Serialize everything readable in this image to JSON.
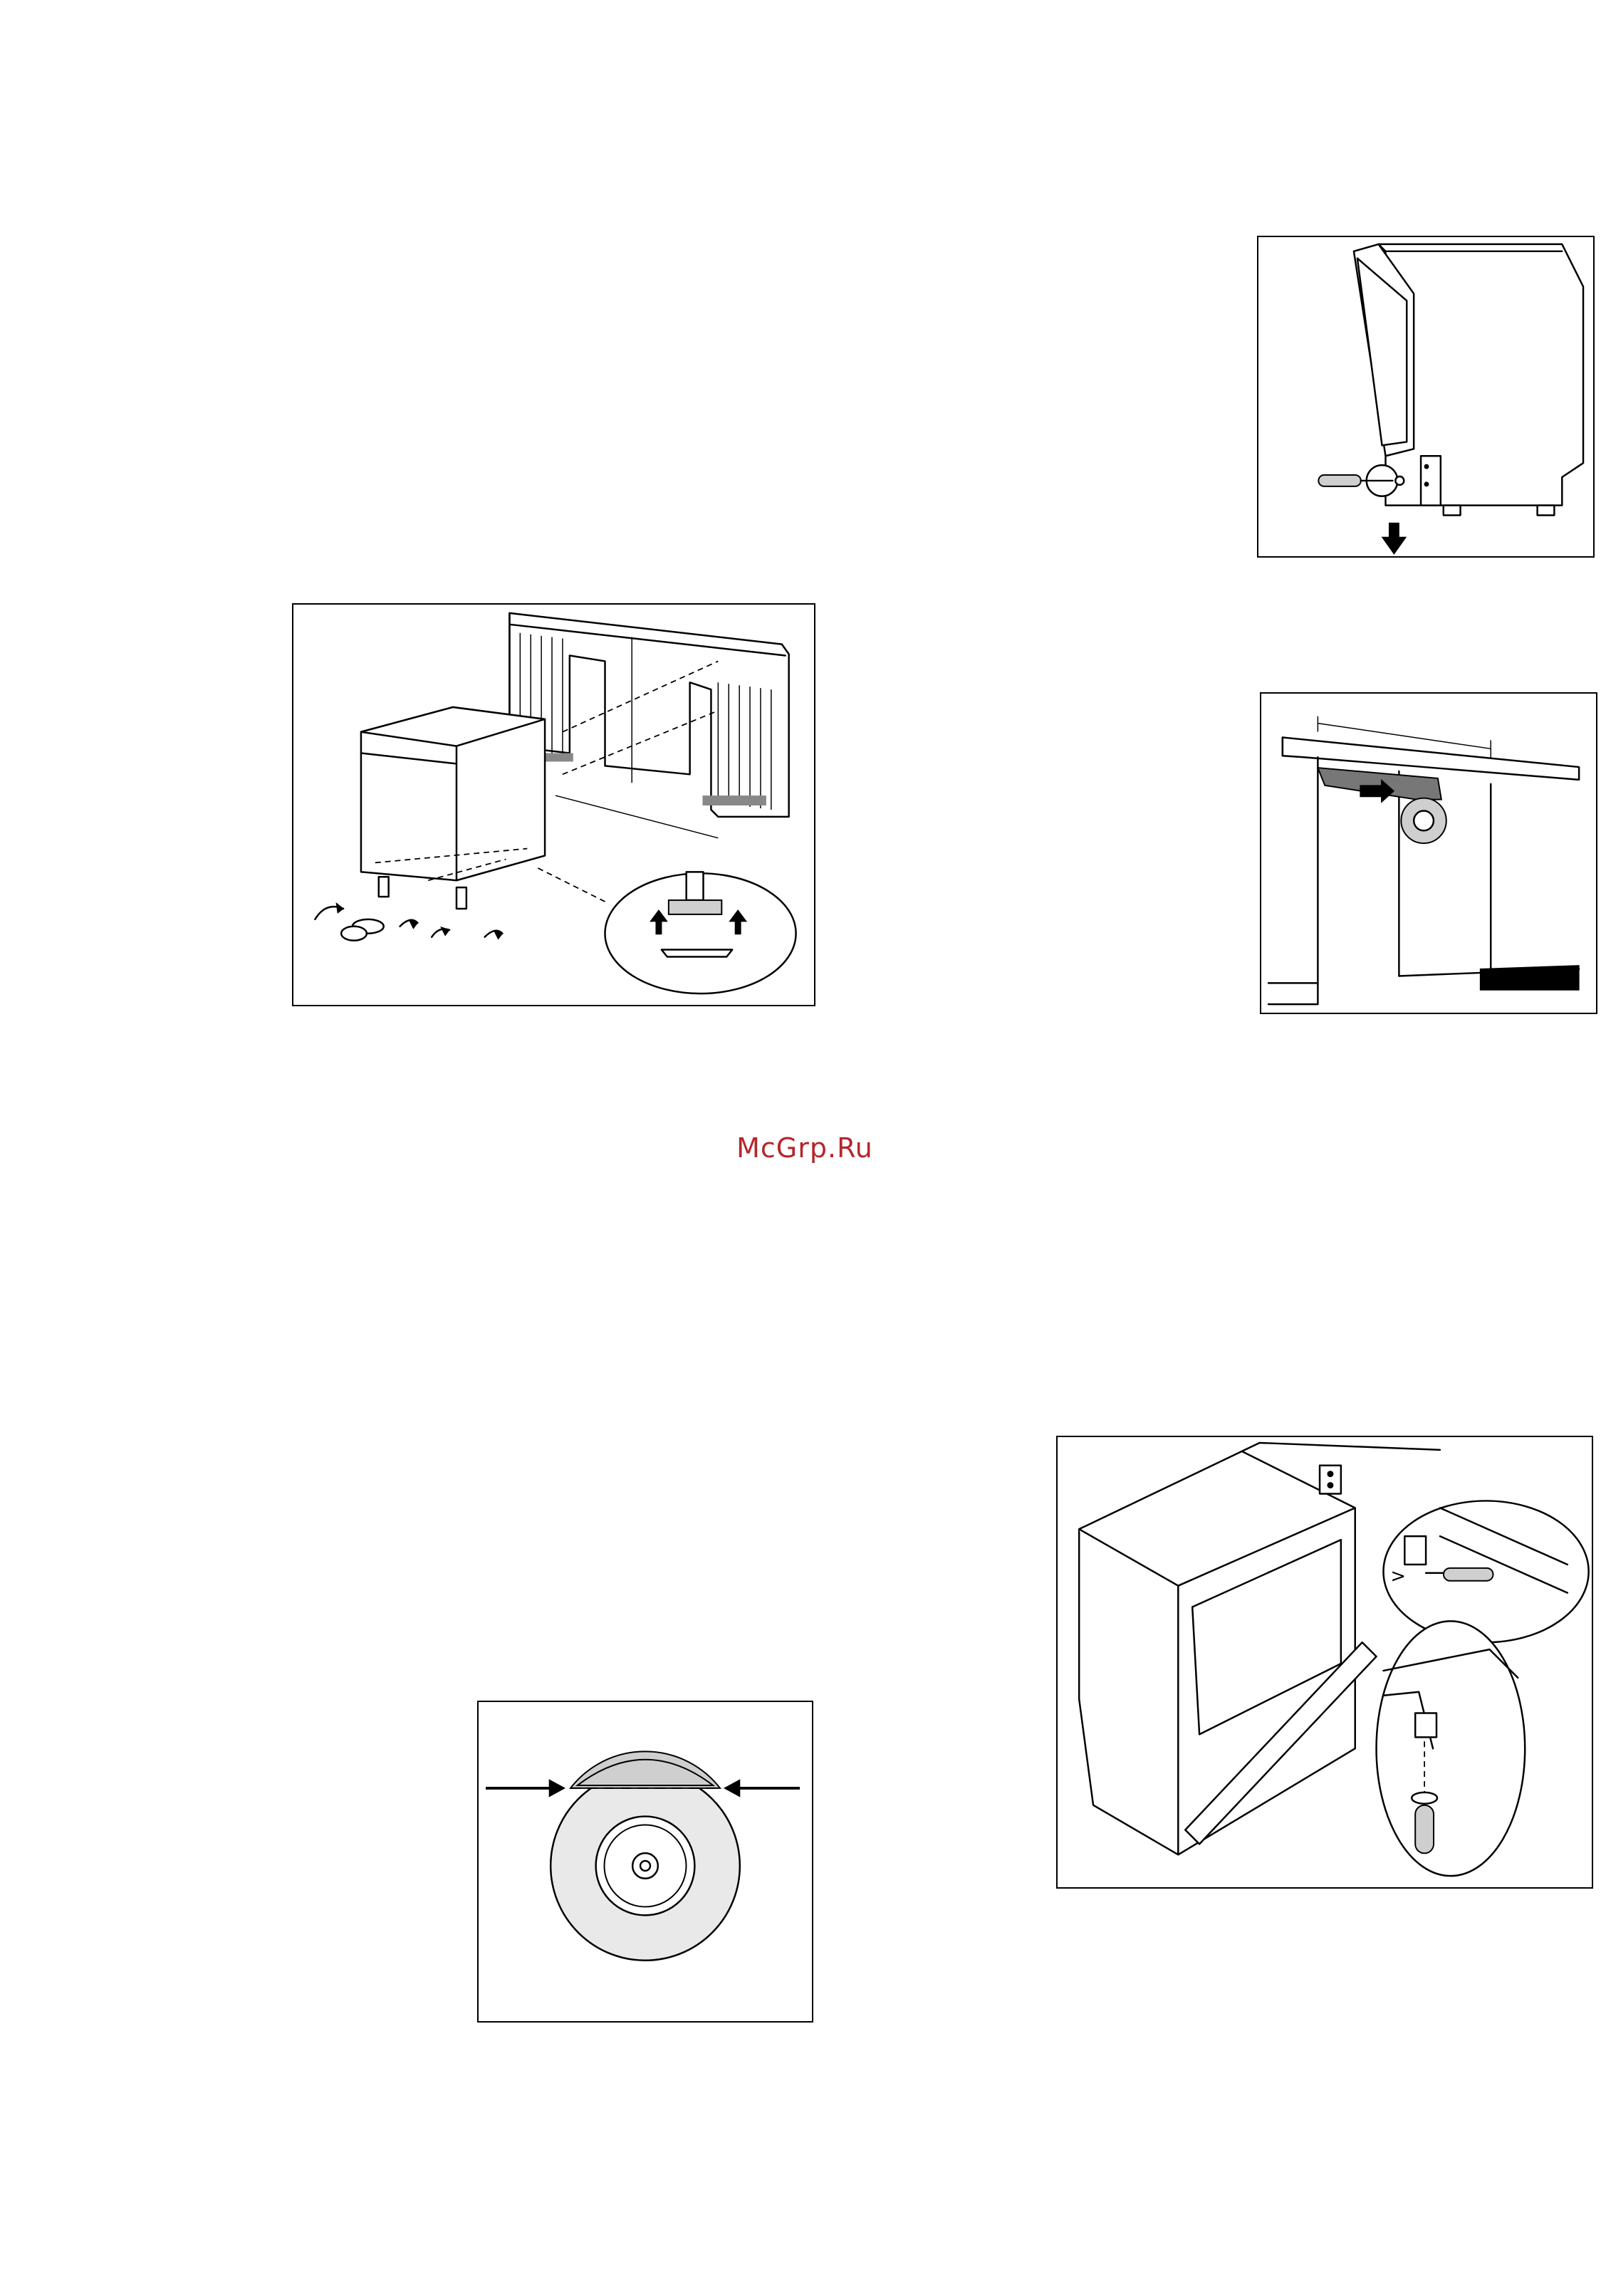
{
  "page": {
    "background": "#ffffff",
    "watermark": "McGrp.Ru",
    "watermark_color": "#b5262b"
  },
  "figures": [
    {
      "id": "install",
      "icon": "dishwasher-installation-illustration"
    },
    {
      "id": "door-screw",
      "icon": "dishwasher-side-screw-illustration"
    },
    {
      "id": "tape",
      "icon": "condensation-tape-illustration"
    },
    {
      "id": "level",
      "icon": "level-indicator-illustration"
    },
    {
      "id": "door-adjust",
      "icon": "door-hinge-adjustment-illustration"
    }
  ]
}
